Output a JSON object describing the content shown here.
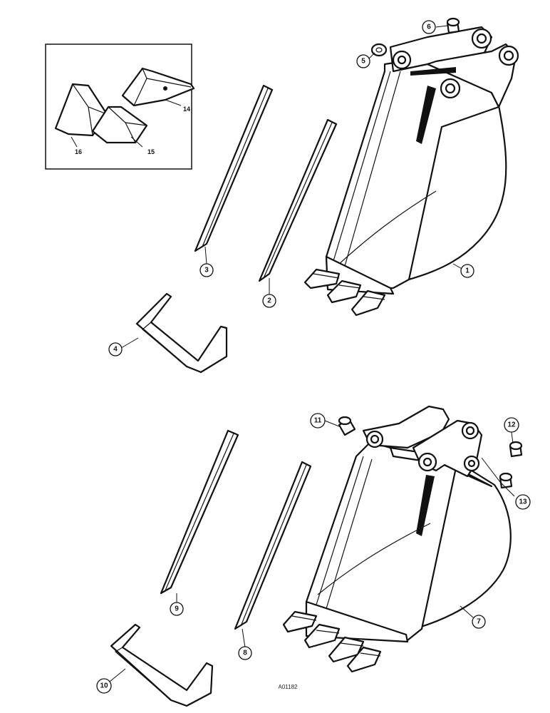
{
  "figure_code": "A01182",
  "callouts": {
    "c1": "1",
    "c2": "2",
    "c3": "3",
    "c4": "4",
    "c5": "5",
    "c6": "6",
    "c7": "7",
    "c8": "8",
    "c9": "9",
    "c10": "10",
    "c11": "11",
    "c12": "12",
    "c13": "13"
  },
  "inset": {
    "c14": "14",
    "c15": "15",
    "c16": "16"
  }
}
